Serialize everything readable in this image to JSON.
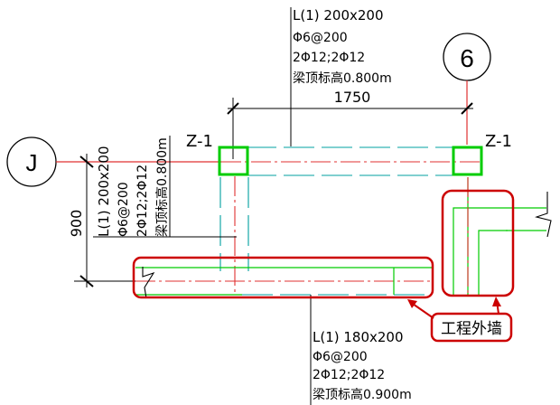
{
  "axes": {
    "row_label": "J",
    "col_label": "6"
  },
  "dimensions": {
    "span": "1750",
    "offset": "900"
  },
  "columns": {
    "left": "Z-1",
    "right": "Z-1"
  },
  "beam_top": {
    "name": "L(1) 200x200",
    "stirrup": "Φ6@200",
    "rebar": "2Φ12;2Φ12",
    "elevation": "梁顶标高0.800m"
  },
  "beam_left": {
    "name": "L(1) 200x200",
    "stirrup": "Φ6@200",
    "rebar": "2Φ12;2Φ12",
    "elevation": "梁顶标高0.800m"
  },
  "beam_bottom": {
    "name": "L(1) 180x200",
    "stirrup": "Φ6@200",
    "rebar": "2Φ12;2Φ12",
    "elevation": "梁顶标高0.900m"
  },
  "callout": {
    "label": "工程外墙",
    "color": "#cc0000"
  },
  "colors": {
    "axis_line": "#e03030",
    "wall_line": "#00cc00",
    "beam_dash": "#00a0a0",
    "dim_line": "#000000",
    "column_box": "#00cc00",
    "highlight": "#cc0000"
  }
}
